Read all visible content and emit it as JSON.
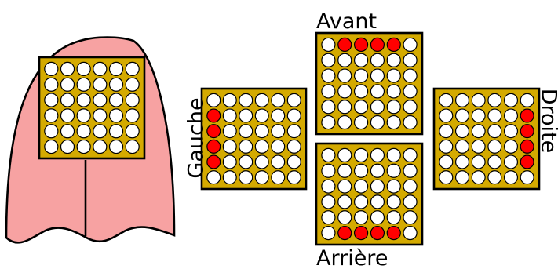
{
  "labels": {
    "front": "Avant",
    "back": "Arrière",
    "left": "Gauche",
    "right": "Droite"
  },
  "colors": {
    "background": "#ffffff",
    "board_fill": "#d4aa00",
    "board_stroke": "#000000",
    "led_off": "#ffffff",
    "led_on": "#ff0000",
    "head_fill": "#f7a2a2",
    "outline": "#000000"
  },
  "boards": {
    "head": {
      "rows": 6,
      "cols": 6,
      "grid": [
        "000000",
        "000000",
        "000000",
        "000000",
        "000000",
        "000000"
      ]
    },
    "front": {
      "rows": 6,
      "cols": 6,
      "grid": [
        "011110",
        "000000",
        "000000",
        "000000",
        "000000",
        "000000"
      ]
    },
    "back": {
      "rows": 6,
      "cols": 6,
      "grid": [
        "000000",
        "000000",
        "000000",
        "000000",
        "000000",
        "011110"
      ]
    },
    "left": {
      "rows": 6,
      "cols": 6,
      "grid": [
        "000000",
        "100000",
        "100000",
        "100000",
        "100000",
        "000000"
      ]
    },
    "right": {
      "rows": 6,
      "cols": 6,
      "grid": [
        "000000",
        "000001",
        "000001",
        "000001",
        "000001",
        "000000"
      ]
    }
  }
}
